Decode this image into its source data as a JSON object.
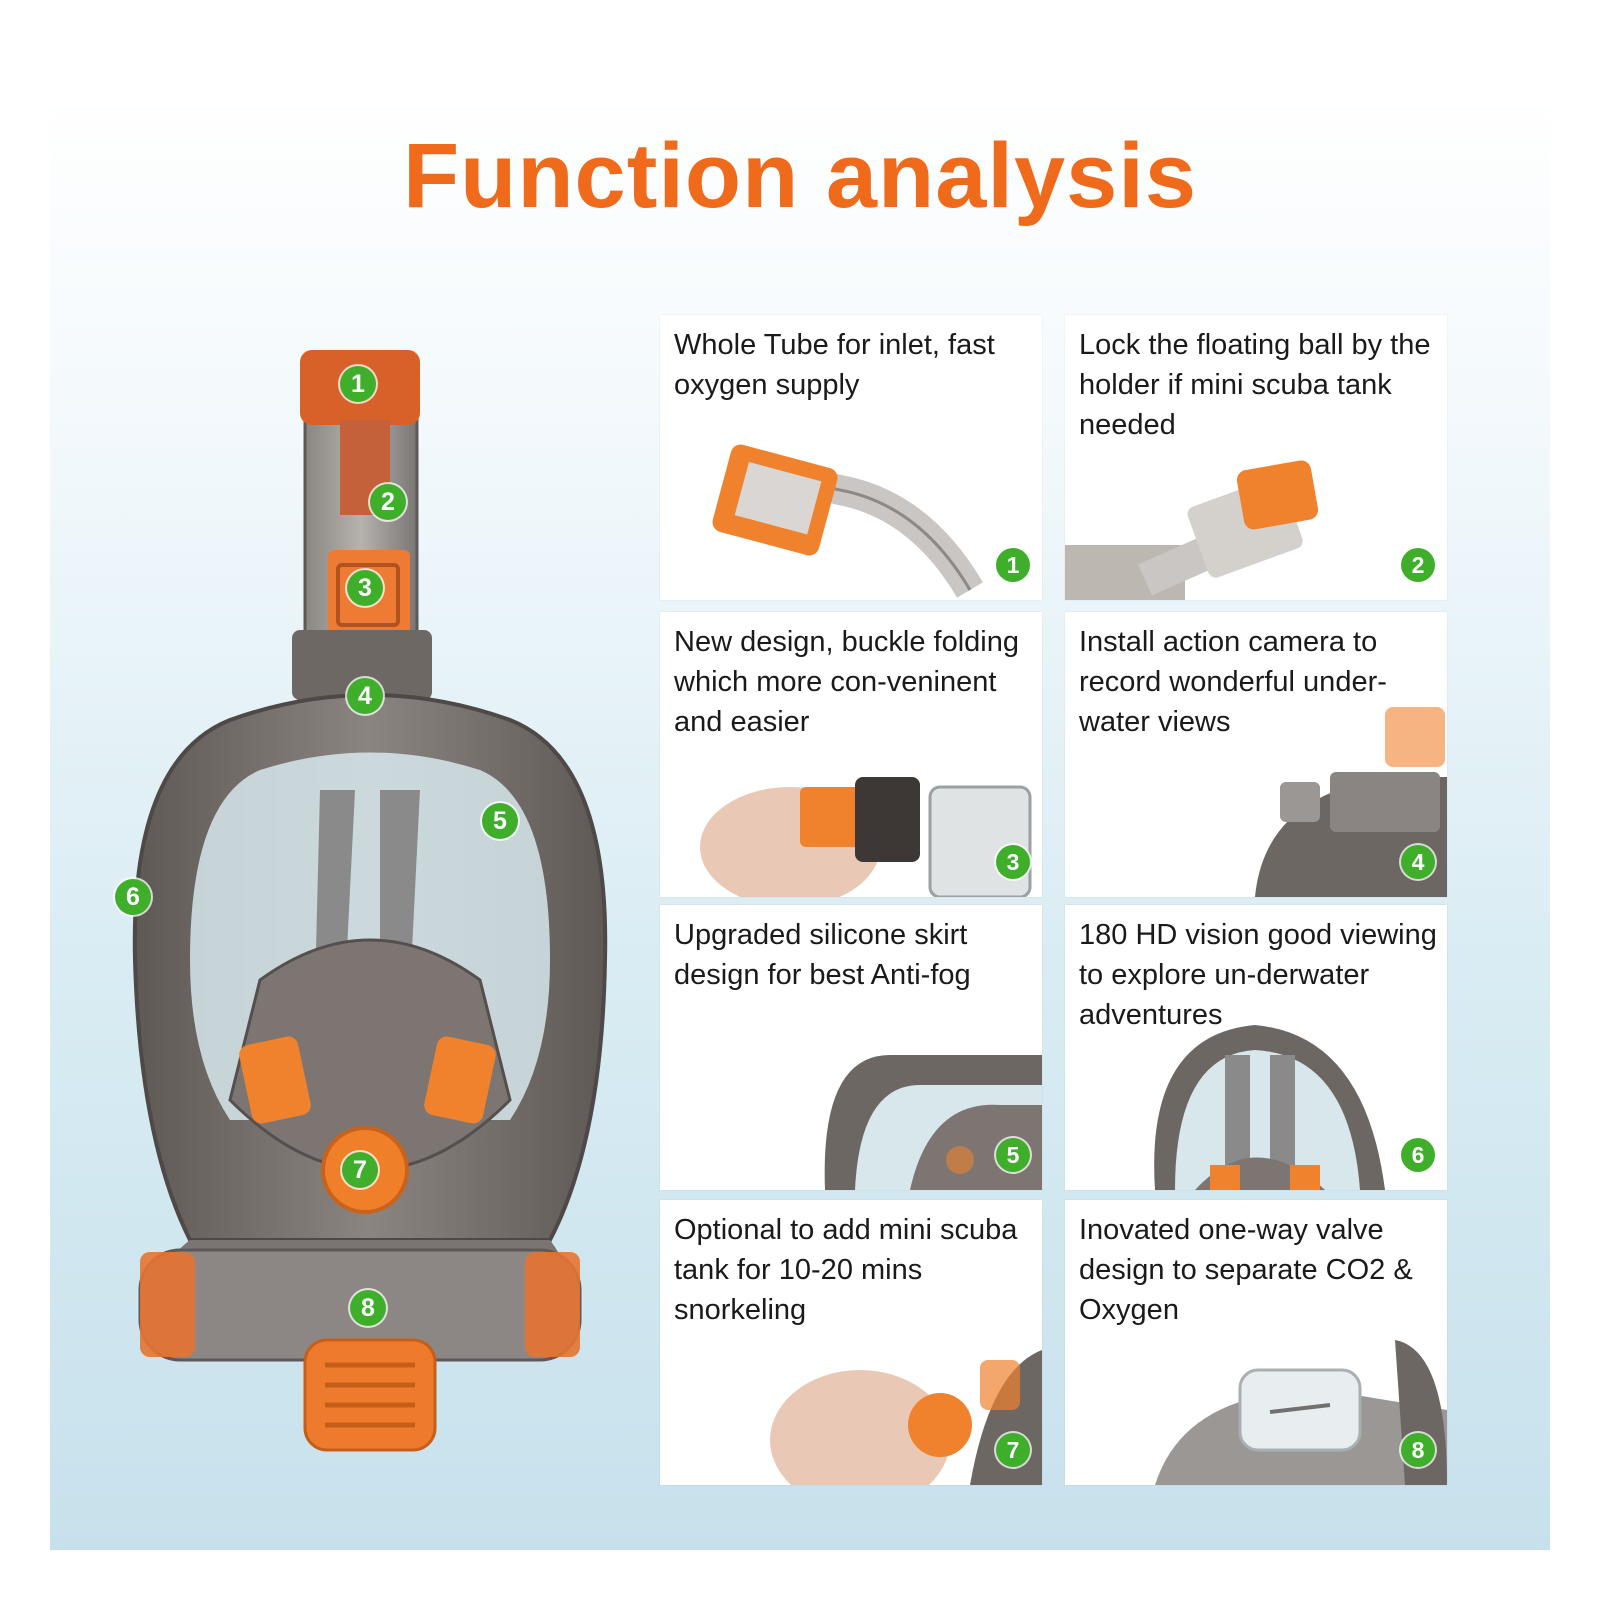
{
  "title": "Function analysis",
  "colors": {
    "title": "#f06a1c",
    "accent_orange": "#f07f2a",
    "mask_gray": "#6d6764",
    "badge_green": "#3fae2a",
    "strap_gray": "#8a8a8a"
  },
  "mask_badges": [
    "1",
    "2",
    "3",
    "4",
    "5",
    "6",
    "7",
    "8"
  ],
  "cards": [
    {
      "text": "Whole Tube for inlet, fast oxygen supply",
      "badge": "1",
      "icon": "snorkel-tube-icon"
    },
    {
      "text": "Lock the floating ball by the holder if mini scuba tank needed",
      "badge": "2",
      "icon": "floating-ball-holder-icon"
    },
    {
      "text": "New design, buckle folding which more con-veninent and easier",
      "badge": "3",
      "icon": "buckle-fold-icon"
    },
    {
      "text": "Install action camera to record wonderful under-water views",
      "badge": "4",
      "icon": "camera-mount-icon"
    },
    {
      "text": "Upgraded silicone skirt design for best Anti-fog",
      "badge": "5",
      "icon": "silicone-skirt-icon"
    },
    {
      "text": "180 HD vision good viewing to explore un-derwater adventures",
      "badge": "6",
      "icon": "full-face-view-icon"
    },
    {
      "text": "Optional to add mini scuba tank for 10-20 mins snorkeling",
      "badge": "7",
      "icon": "scuba-valve-icon"
    },
    {
      "text": "Inovated one-way valve design to separate CO2 & Oxygen",
      "badge": "8",
      "icon": "one-way-valve-icon"
    }
  ]
}
